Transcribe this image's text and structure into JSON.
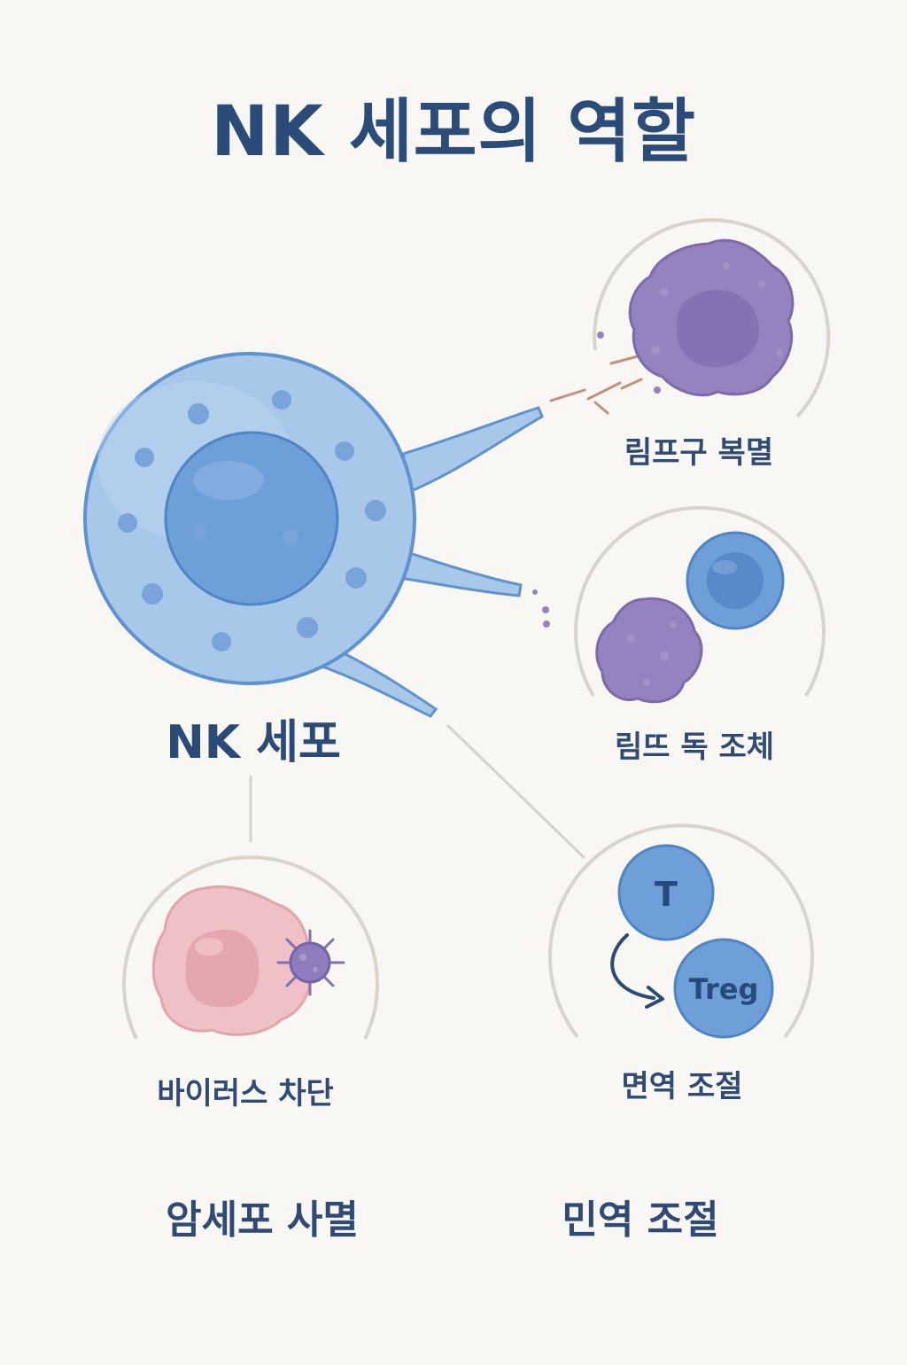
{
  "title": "NK 세포의 역할",
  "nk_cell": {
    "label": "NK 세포"
  },
  "panels": {
    "top_right": {
      "label": "림프구 복멸"
    },
    "middle_right": {
      "label": "림뜨 독 조체"
    },
    "bottom_left": {
      "label": "바이러스 차단"
    },
    "bottom_right": {
      "label": "면역 조절",
      "cell_t": "T",
      "cell_treg": "Treg"
    }
  },
  "captions": {
    "left": "암세포 사멸",
    "right": "민역 조절"
  },
  "colors": {
    "nk_cell": "#a8c8ea",
    "nk_nucleus": "#6f9fd8",
    "target_cell": "#9583bf",
    "virus_infected_cell": "#efc1c6",
    "t_cell": "#6f9fd8",
    "text": "#2c4a76"
  }
}
